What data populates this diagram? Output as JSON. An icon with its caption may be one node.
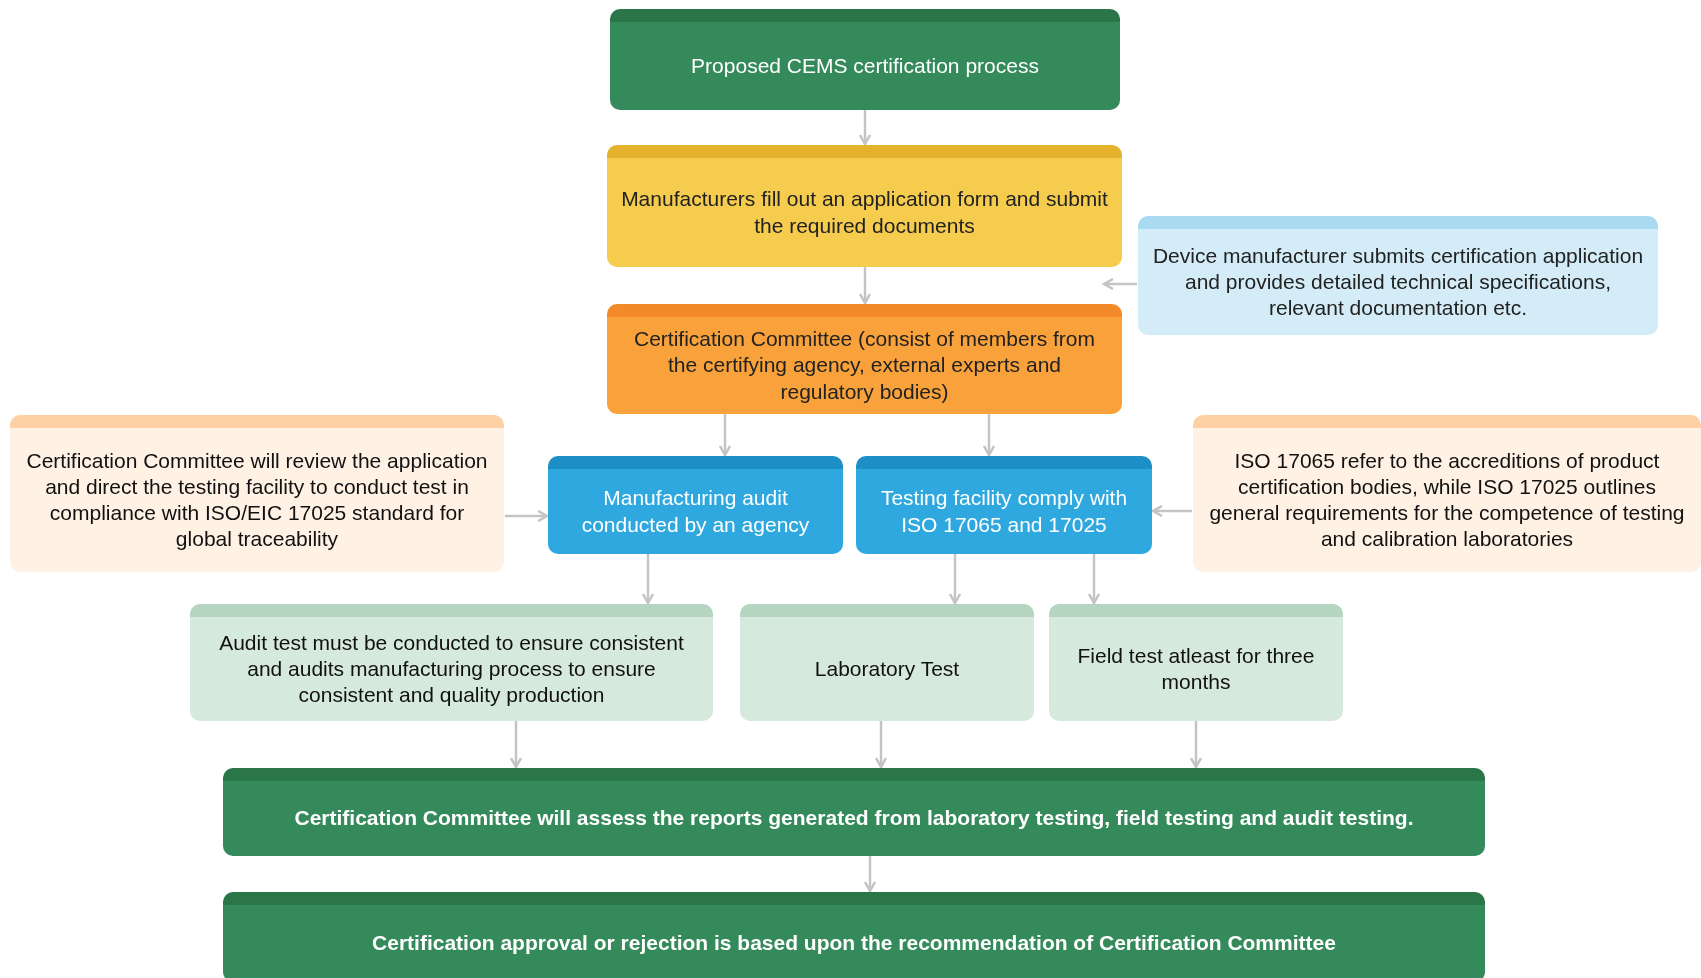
{
  "diagram": {
    "nodes": [
      {
        "text": [
          "Proposed CEMS certification process"
        ]
      },
      {
        "text": [
          "Manufacturers fill out an application form and submit the required documents"
        ]
      },
      {
        "text": [
          "Device manufacturer submits certification application and provides detailed technical specifications, relevant documentation etc."
        ]
      },
      {
        "text": [
          "Certification Committee (consist of members from the certifying agency, external experts and regulatory bodies)"
        ]
      },
      {
        "text": [
          "Certification Committee will review the application and direct the testing facility to conduct test in compliance with ISO/EIC 17025 standard for global traceability"
        ]
      },
      {
        "text": [
          "Manufacturing audit conducted by an agency"
        ]
      },
      {
        "text": [
          "Testing facility comply with ISO 17065 and 17025"
        ]
      },
      {
        "text": [
          "ISO 17065 refer to the accreditions of product certification bodies, while ISO 17025 outlines general requirements for the competence of testing and calibration laboratories"
        ]
      },
      {
        "text": [
          "Audit test must be conducted to ensure consistent and audits manufacturing process to ensure consistent and quality production"
        ]
      },
      {
        "text": [
          "Laboratory Test"
        ]
      },
      {
        "text": [
          "Field test atleast for three months"
        ]
      },
      {
        "text": [
          "Certification Committee will assess the reports generated from laboratory testing, field testing and audit testing."
        ]
      },
      {
        "text": [
          "Certification approval or rejection is based upon the recommendation of Certification Committee"
        ]
      }
    ],
    "edges": [
      {
        "from": 0,
        "to": 1,
        "arrow": "to"
      },
      {
        "from": 1,
        "to": 3,
        "arrow": "to"
      },
      {
        "from": 2,
        "to": 3,
        "arrow": "to"
      },
      {
        "from": 3,
        "to": 5,
        "arrow": "to"
      },
      {
        "from": 3,
        "to": 6,
        "arrow": "to"
      },
      {
        "from": 4,
        "to": 5,
        "arrow": "to"
      },
      {
        "from": 7,
        "to": 6,
        "arrow": "to"
      },
      {
        "from": 5,
        "to": 8,
        "arrow": "to"
      },
      {
        "from": 6,
        "to": 9,
        "arrow": "to"
      },
      {
        "from": 6,
        "to": 10,
        "arrow": "to"
      },
      {
        "from": 8,
        "to": 11,
        "arrow": "to"
      },
      {
        "from": 9,
        "to": 11,
        "arrow": "to"
      },
      {
        "from": 10,
        "to": 11,
        "arrow": "to"
      },
      {
        "from": 11,
        "to": 12,
        "arrow": "to"
      }
    ]
  }
}
